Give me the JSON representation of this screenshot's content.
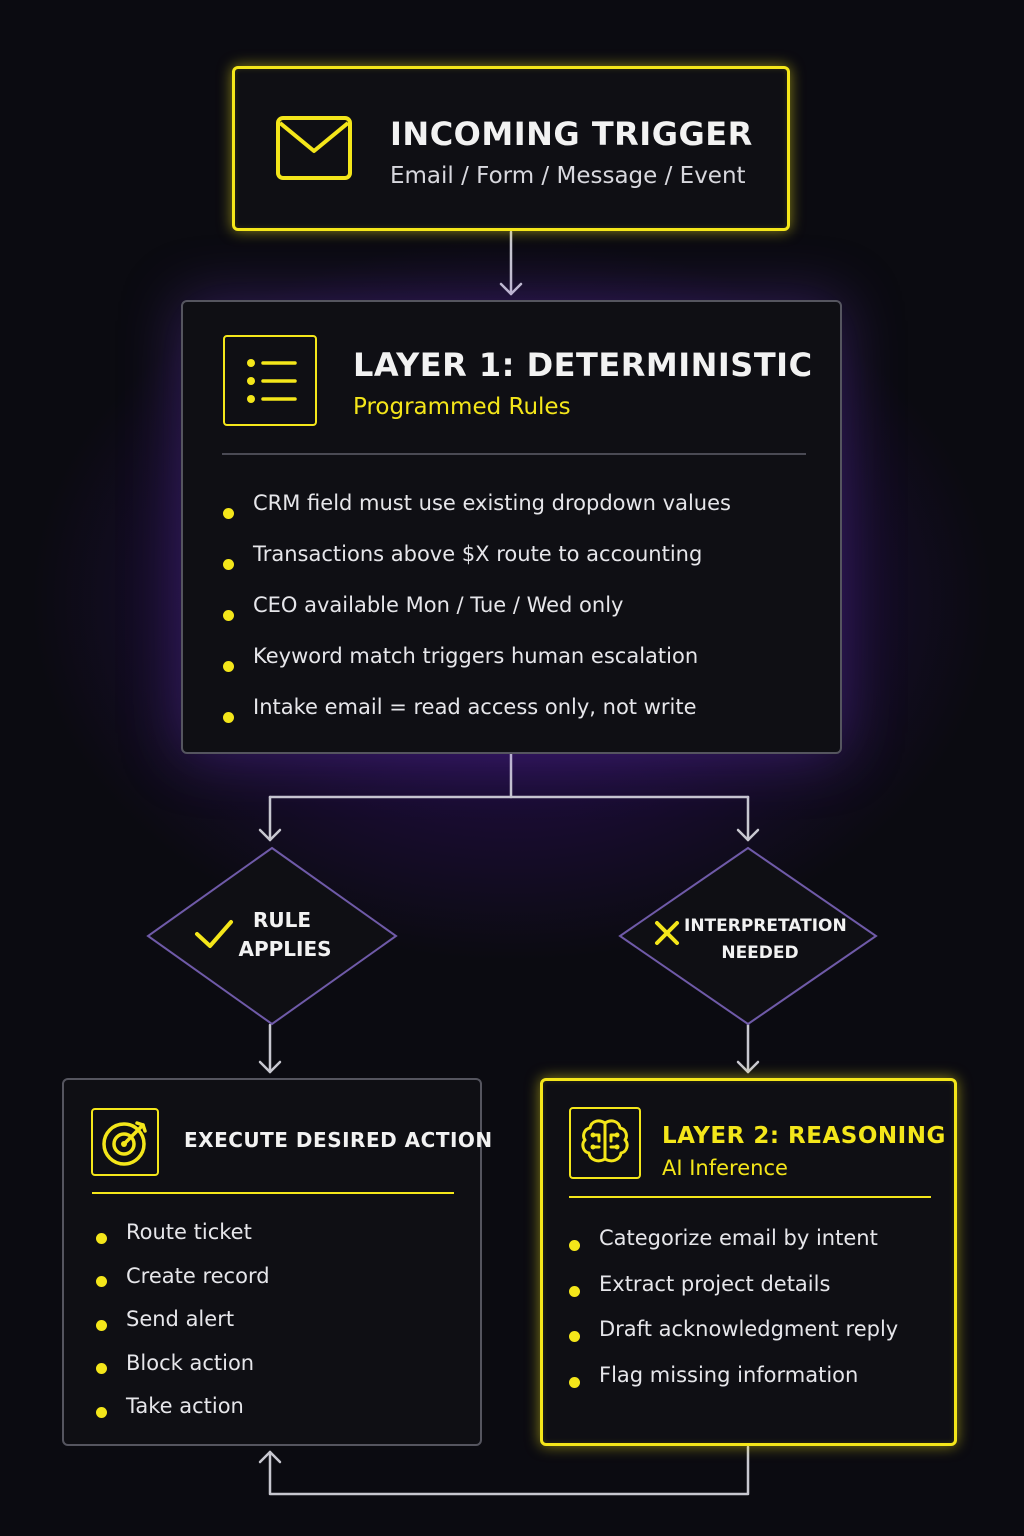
{
  "trigger": {
    "title": "INCOMING TRIGGER",
    "subtitle": "Email / Form / Message / Event",
    "icon": "envelope-icon"
  },
  "layer1": {
    "title": "LAYER 1: DETERMINISTIC",
    "subtitle": "Programmed Rules",
    "icon": "list-icon",
    "rules": [
      "CRM field must use existing dropdown values",
      "Transactions above $X route to accounting",
      "CEO available Mon / Tue / Wed only",
      "Keyword match triggers human escalation",
      "Intake email = read access only, not write"
    ]
  },
  "decision_rule": {
    "line1": "RULE",
    "line2": "APPLIES",
    "icon": "checkmark-icon"
  },
  "decision_interp": {
    "line1": "INTERPRETATION",
    "line2": "NEEDED",
    "icon": "x-icon"
  },
  "execute": {
    "title": "EXECUTE DESIRED ACTION",
    "icon": "target-icon",
    "actions": [
      "Route ticket",
      "Create record",
      "Send alert",
      "Block action",
      "Take action"
    ]
  },
  "layer2": {
    "title": "LAYER 2: REASONING",
    "subtitle": "AI Inference",
    "icon": "brain-icon",
    "tasks": [
      "Categorize email by intent",
      "Extract project details",
      "Draft acknowledgment reply",
      "Flag missing information"
    ]
  },
  "colors": {
    "accent": "#f4e61a",
    "background": "#0b0b11",
    "glow": "#3a1670"
  }
}
